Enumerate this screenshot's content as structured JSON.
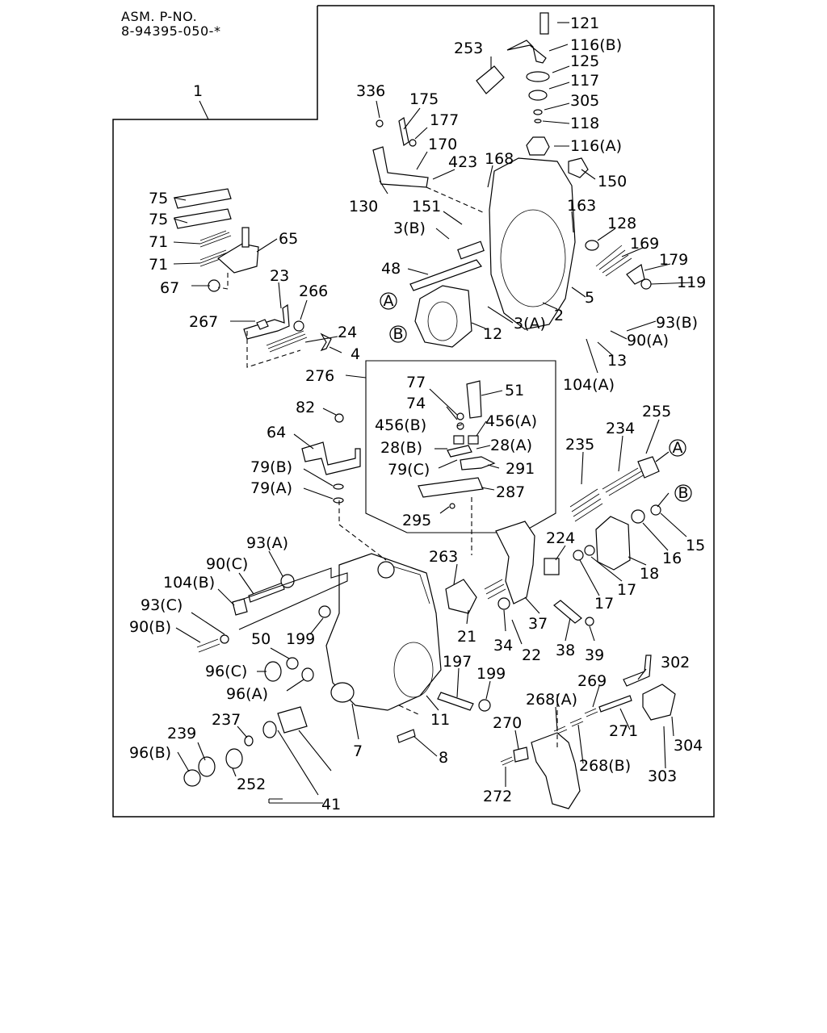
{
  "header": {
    "line1": "ASM. P-NO.",
    "line2": "8-94395-050-*"
  },
  "callouts": {
    "a": "A",
    "b": "B"
  },
  "parts": [
    "1",
    "121",
    "116(B)",
    "253",
    "125",
    "117",
    "336",
    "175",
    "305",
    "118",
    "177",
    "170",
    "116(A)",
    "168",
    "423",
    "150",
    "130",
    "151",
    "163",
    "3(B)",
    "128",
    "169",
    "179",
    "48",
    "5",
    "119",
    "2",
    "3(A)",
    "93(B)",
    "12",
    "90(A)",
    "13",
    "104(A)",
    "75",
    "75",
    "71",
    "71",
    "65",
    "67",
    "23",
    "266",
    "267",
    "24",
    "4",
    "276",
    "77",
    "51",
    "74",
    "456(B)",
    "456(A)",
    "28(B)",
    "28(A)",
    "79(C)",
    "291",
    "287",
    "295",
    "82",
    "64",
    "79(B)",
    "79(A)",
    "235",
    "234",
    "255",
    "15",
    "16",
    "18",
    "17",
    "17",
    "224",
    "263",
    "93(A)",
    "90(C)",
    "104(B)",
    "93(C)",
    "90(B)",
    "199",
    "50",
    "96(C)",
    "96(A)",
    "21",
    "34",
    "37",
    "22",
    "38",
    "39",
    "197",
    "199",
    "11",
    "7",
    "8",
    "237",
    "239",
    "96(B)",
    "252",
    "41",
    "302",
    "269",
    "268(A)",
    "271",
    "268(B)",
    "304",
    "303",
    "270",
    "272"
  ]
}
